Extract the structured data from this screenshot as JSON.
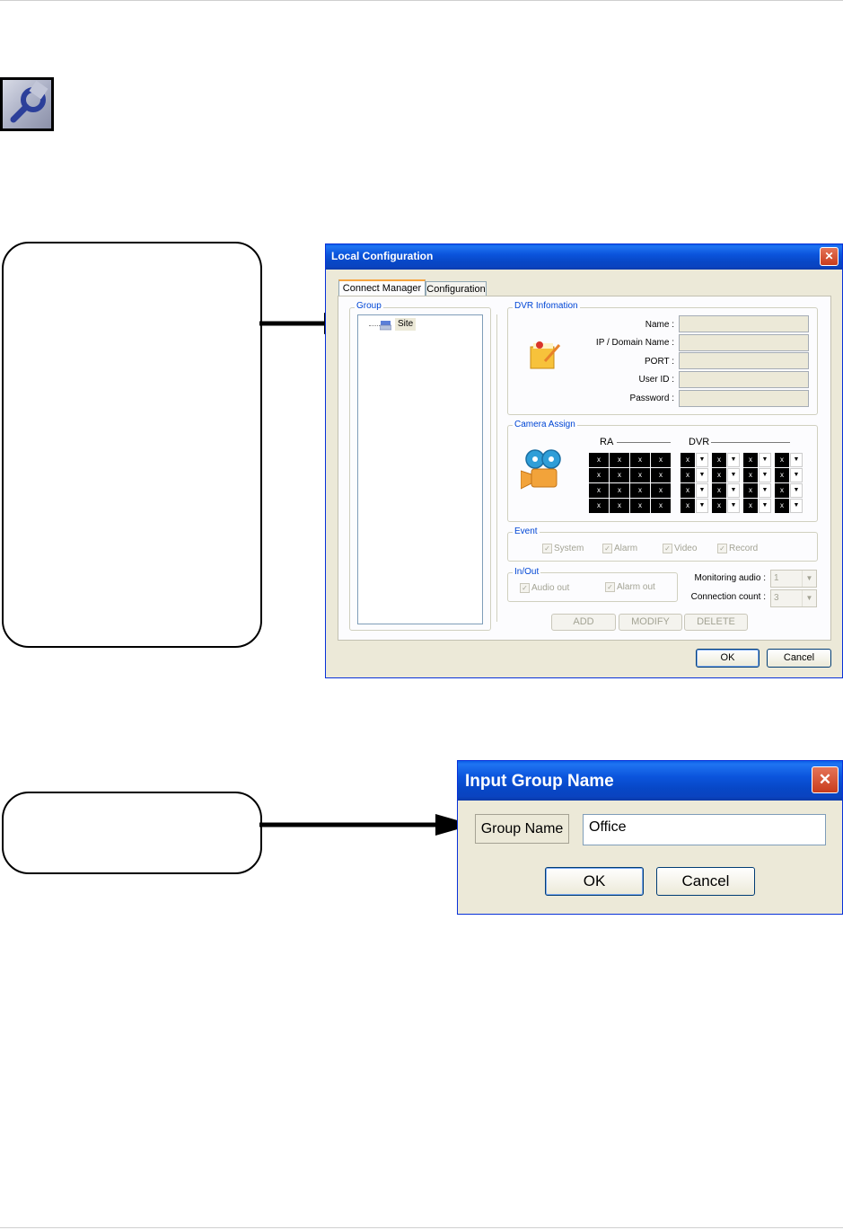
{
  "dialog_main": {
    "title": "Local Configuration",
    "tabs": [
      {
        "label": "Connect Manager",
        "active": true
      },
      {
        "label": "Configuration",
        "active": false
      }
    ],
    "group_section": "Group",
    "tree_root": "Site",
    "dvr_info": {
      "legend": "DVR Infomation",
      "labels": [
        "Name :",
        "IP / Domain Name :",
        "PORT :",
        "User ID :",
        "Password :"
      ]
    },
    "camera_assign": {
      "legend": "Camera Assign",
      "ra_label": "RA",
      "dvr_label": "DVR",
      "cell_mark": "x",
      "dropdown_glyph": "▼"
    },
    "event": {
      "legend": "Event",
      "checks": [
        "System",
        "Alarm",
        "Video",
        "Record"
      ]
    },
    "inout": {
      "legend": "In/Out",
      "checks": [
        "Audio out",
        "Alarm out"
      ],
      "monitoring_audio_label": "Monitoring audio :",
      "monitoring_audio_value": "1",
      "connection_count_label": "Connection count :",
      "connection_count_value": "3"
    },
    "actions": [
      "ADD",
      "MODIFY",
      "DELETE"
    ],
    "ok_label": "OK",
    "cancel_label": "Cancel",
    "close_glyph": "✕"
  },
  "dialog_group": {
    "title": "Input Group Name",
    "field_label": "Group Name",
    "field_value": "Office",
    "ok_label": "OK",
    "cancel_label": "Cancel",
    "close_glyph": "✕"
  },
  "colors": {
    "titlebar": "#0a54dc",
    "window_bg": "#ece9d8",
    "group_legend": "#0046d5",
    "close_button": "#d4512e"
  }
}
